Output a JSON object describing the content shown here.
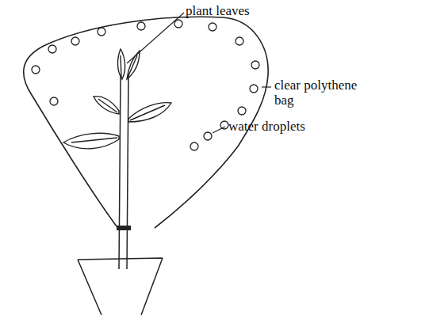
{
  "diagram": {
    "labels": [
      "plant leaves",
      "clear polythene bag",
      "water droplets"
    ]
  }
}
